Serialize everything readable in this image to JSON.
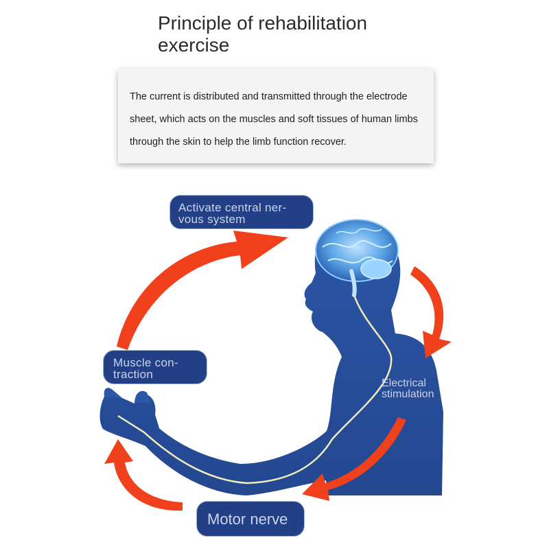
{
  "header": {
    "title": "Principle of rehabilitation exercise"
  },
  "description": {
    "text": "The current is distributed and transmitted through the electrode sheet, which acts on the muscles and soft tissues of human limbs through the skin to help the limb function recover."
  },
  "diagram": {
    "steps": {
      "activate_cns": [
        "Activate central ner-",
        "vous system"
      ],
      "electrical_stimulation": [
        "Electrical",
        "stimulation"
      ],
      "motor_nerve": "Motor nerve",
      "muscle_contraction": [
        "Muscle con-",
        "traction"
      ]
    },
    "colors": {
      "arrow": "#f0401c",
      "body": "#2a4f9e",
      "pill_fill": "#233f86",
      "pill_text": "#c9d6ee",
      "nerve_line": "#f1efb9",
      "brain": "#5fa9e8"
    },
    "icons": {
      "brain": "brain-icon",
      "human": "human-figure-icon",
      "arrow": "curved-arrow-icon"
    }
  }
}
